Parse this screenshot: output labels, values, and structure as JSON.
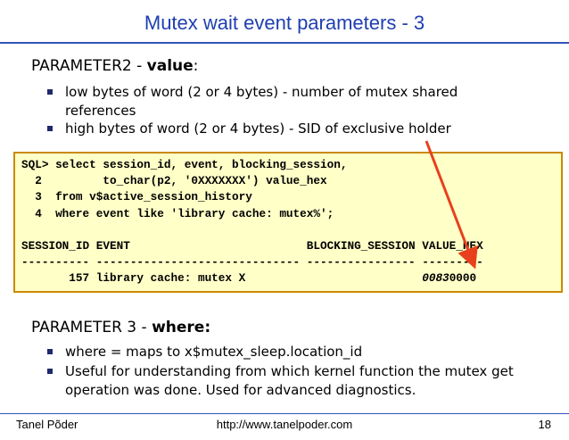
{
  "slide": {
    "title": "Mutex wait event parameters - 3"
  },
  "param2": {
    "prefix": "PARAMETER2 - ",
    "bold": "value",
    "suffix": ":",
    "bullets": [
      "low bytes of word (2 or 4 bytes) - number of mutex shared references",
      "high bytes of word (2 or 4 bytes) - SID of exclusive holder"
    ]
  },
  "code": {
    "lines": [
      "SQL> select session_id, event, blocking_session,",
      "  2         to_char(p2, '0XXXXXXX') value_hex",
      "  3  from v$active_session_history",
      "  4  where event like 'library cache: mutex%';",
      "",
      "SESSION_ID EVENT                          BLOCKING_SESSION VALUE_HEX",
      "---------- ------------------------------ ---------------- ---------",
      "       157 library cache: mutex X                          "
    ],
    "value_hex_italic": "0083",
    "value_hex_rest": "0000"
  },
  "param3": {
    "prefix": "PARAMETER 3 - ",
    "bold": "where:",
    "bullets": [
      "where = maps to x$mutex_sleep.location_id",
      "Useful for understanding from which kernel function the mutex get operation was done. Used for advanced diagnostics."
    ]
  },
  "footer": {
    "author": "Tanel Põder",
    "url": "http://www.tanelpoder.com",
    "page": "18"
  },
  "colors": {
    "title": "#1f3fb0",
    "code_bg": "#ffffc8",
    "code_border": "#c98a00",
    "arrow": "#e8401c"
  }
}
